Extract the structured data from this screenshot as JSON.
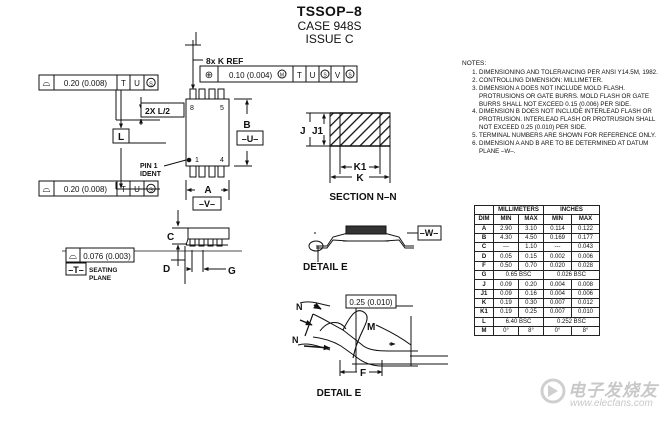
{
  "header": {
    "title": "TSSOP–8",
    "case": "CASE 948S",
    "issue": "ISSUE C"
  },
  "top_view": {
    "fcf_top": {
      "symbol": "⌓",
      "tol": "0.20 (0.008)",
      "ref1": "T",
      "ref2": "U",
      "mod": "S"
    },
    "fcf_bottom": {
      "symbol": "⌓",
      "tol": "0.20 (0.008)",
      "ref1": "T",
      "ref2": "U",
      "mod": "S"
    },
    "fcf_pos": {
      "symbol": "⊕",
      "tol": "0.10 (0.004)",
      "mod1": "M",
      "ref1": "T",
      "ref2": "U",
      "mod2": "S",
      "ref3": "V",
      "mod3": "S"
    },
    "kref": "8x  K REF",
    "half_l": "2X  L/2",
    "pin8": "8",
    "pin5": "5",
    "pin1": "1",
    "pin4": "4",
    "dim_l": "L",
    "dim_b": "B",
    "datum_u": "–U–",
    "pin1_ident_1": "PIN 1",
    "pin1_ident_2": "IDENT",
    "dim_a": "A",
    "datum_v": "–V–"
  },
  "side_view": {
    "fcf_flat": {
      "symbol": "⌓",
      "tol": "0.076 (0.003)"
    },
    "datum_t": "–T–",
    "seating_1": "SEATING",
    "seating_2": "PLANE",
    "dim_c": "C",
    "dim_d": "D",
    "dim_g": "G"
  },
  "section_nn": {
    "dim_j": "J",
    "dim_j1": "J1",
    "dim_k1": "K1",
    "dim_k": "K",
    "label": "SECTION N–N"
  },
  "detail_e_small": {
    "label": "DETAIL E",
    "datum_w": "–W–"
  },
  "detail_e": {
    "tol": "0.25 (0.010)",
    "n_top": "N",
    "n_bottom": "N",
    "dim_m": "M",
    "dim_f": "F",
    "label": "DETAIL E"
  },
  "notes": {
    "heading": "NOTES:",
    "items": [
      "DIMENSIONING AND TOLERANCING PER ANSI Y14.5M, 1982.",
      "CONTROLLING DIMENSION: MILLIMETER.",
      "DIMENSION A DOES NOT INCLUDE MOLD FLASH. PROTRUSIONS OR GATE BURRS. MOLD FLASH OR GATE BURRS SHALL NOT EXCEED 0.15 (0.006) PER SIDE.",
      "DIMENSION B DOES NOT INCLUDE INTERLEAD FLASH OR PROTRUSION. INTERLEAD FLASH OR PROTRUSION SHALL NOT EXCEED 0.25 (0.010) PER SIDE.",
      "TERMINAL NUMBERS ARE SHOWN FOR REFERENCE ONLY.",
      "DIMENSION A AND B ARE TO BE DETERMINED AT DATUM PLANE –W–."
    ]
  },
  "dim_table": {
    "group_mm": "MILLIMETERS",
    "group_in": "INCHES",
    "col_dim": "DIM",
    "col_min": "MIN",
    "col_max": "MAX",
    "rows": [
      {
        "dim": "A",
        "mm_min": "2.90",
        "mm_max": "3.10",
        "in_min": "0.114",
        "in_max": "0.122"
      },
      {
        "dim": "B",
        "mm_min": "4.30",
        "mm_max": "4.50",
        "in_min": "0.169",
        "in_max": "0.177"
      },
      {
        "dim": "C",
        "mm_min": "---",
        "mm_max": "1.10",
        "in_min": "---",
        "in_max": "0.043"
      },
      {
        "dim": "D",
        "mm_min": "0.05",
        "mm_max": "0.15",
        "in_min": "0.002",
        "in_max": "0.006"
      },
      {
        "dim": "F",
        "mm_min": "0.50",
        "mm_max": "0.70",
        "in_min": "0.020",
        "in_max": "0.028"
      },
      {
        "dim": "G",
        "mm_bsc": "0.65 BSC",
        "in_bsc": "0.026 BSC"
      },
      {
        "dim": "J",
        "mm_min": "0.09",
        "mm_max": "0.20",
        "in_min": "0.004",
        "in_max": "0.008"
      },
      {
        "dim": "J1",
        "mm_min": "0.09",
        "mm_max": "0.16",
        "in_min": "0.004",
        "in_max": "0.006"
      },
      {
        "dim": "K",
        "mm_min": "0.19",
        "mm_max": "0.30",
        "in_min": "0.007",
        "in_max": "0.012"
      },
      {
        "dim": "K1",
        "mm_min": "0.19",
        "mm_max": "0.25",
        "in_min": "0.007",
        "in_max": "0.010"
      },
      {
        "dim": "L",
        "mm_bsc": "6.40 BSC",
        "in_bsc": "0.252 BSC"
      },
      {
        "dim": "M",
        "mm_min": "0°",
        "mm_max": "8°",
        "in_min": "0°",
        "in_max": "8°"
      }
    ]
  },
  "watermark": {
    "text": "电子发烧友",
    "url": "www.elecfans.com"
  }
}
